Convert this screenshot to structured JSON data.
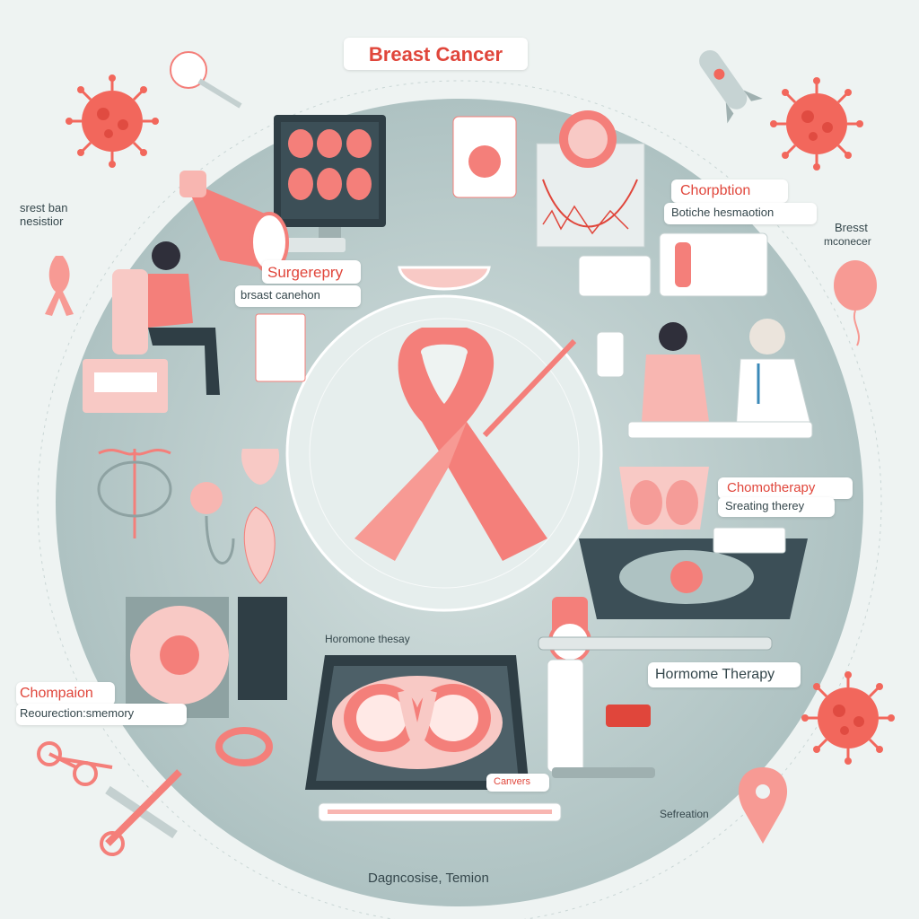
{
  "title": "Breast Cancer",
  "labels": {
    "top_left_line1": "srest ban",
    "top_left_line2": "nesistior",
    "surgery_title": "Surgerepry",
    "surgery_sub": "brsast canehon",
    "chorpbtion_title": "Chorpbtion",
    "chorpbtion_sub": "Botiche hesmaotion",
    "right_line1": "Bresst",
    "right_line2": "mconecer",
    "chemo_title": "Chomotherapy",
    "chemo_sub": "Sreating therey",
    "hormone_small": "Horomone thesay",
    "hormone_main": "Hormome Therapy",
    "chompaion_title": "Chompaion",
    "chompaion_sub": "Reourection:smemory",
    "canvers": "Canvers",
    "selfreation": "Sefreation",
    "bottom": "Dagncosise, Temion"
  },
  "colors": {
    "ribbon": "#f47f7a",
    "accent": "#e0463b",
    "circle": "#b7c9c9",
    "background": "#eef3f2",
    "virus": "#f2675c"
  },
  "icons": [
    "virus-icon",
    "awareness-ribbon-icon",
    "rocket-icon",
    "balloon-icon",
    "megaphone-icon",
    "mammogram-monitor-icon",
    "microscope-icon",
    "location-pin-icon",
    "scissors-icon",
    "syringe-icon",
    "caduceus-icon",
    "stethoscope-icon",
    "ultrasound-screen-icon",
    "doctor-icon",
    "patient-icon"
  ]
}
